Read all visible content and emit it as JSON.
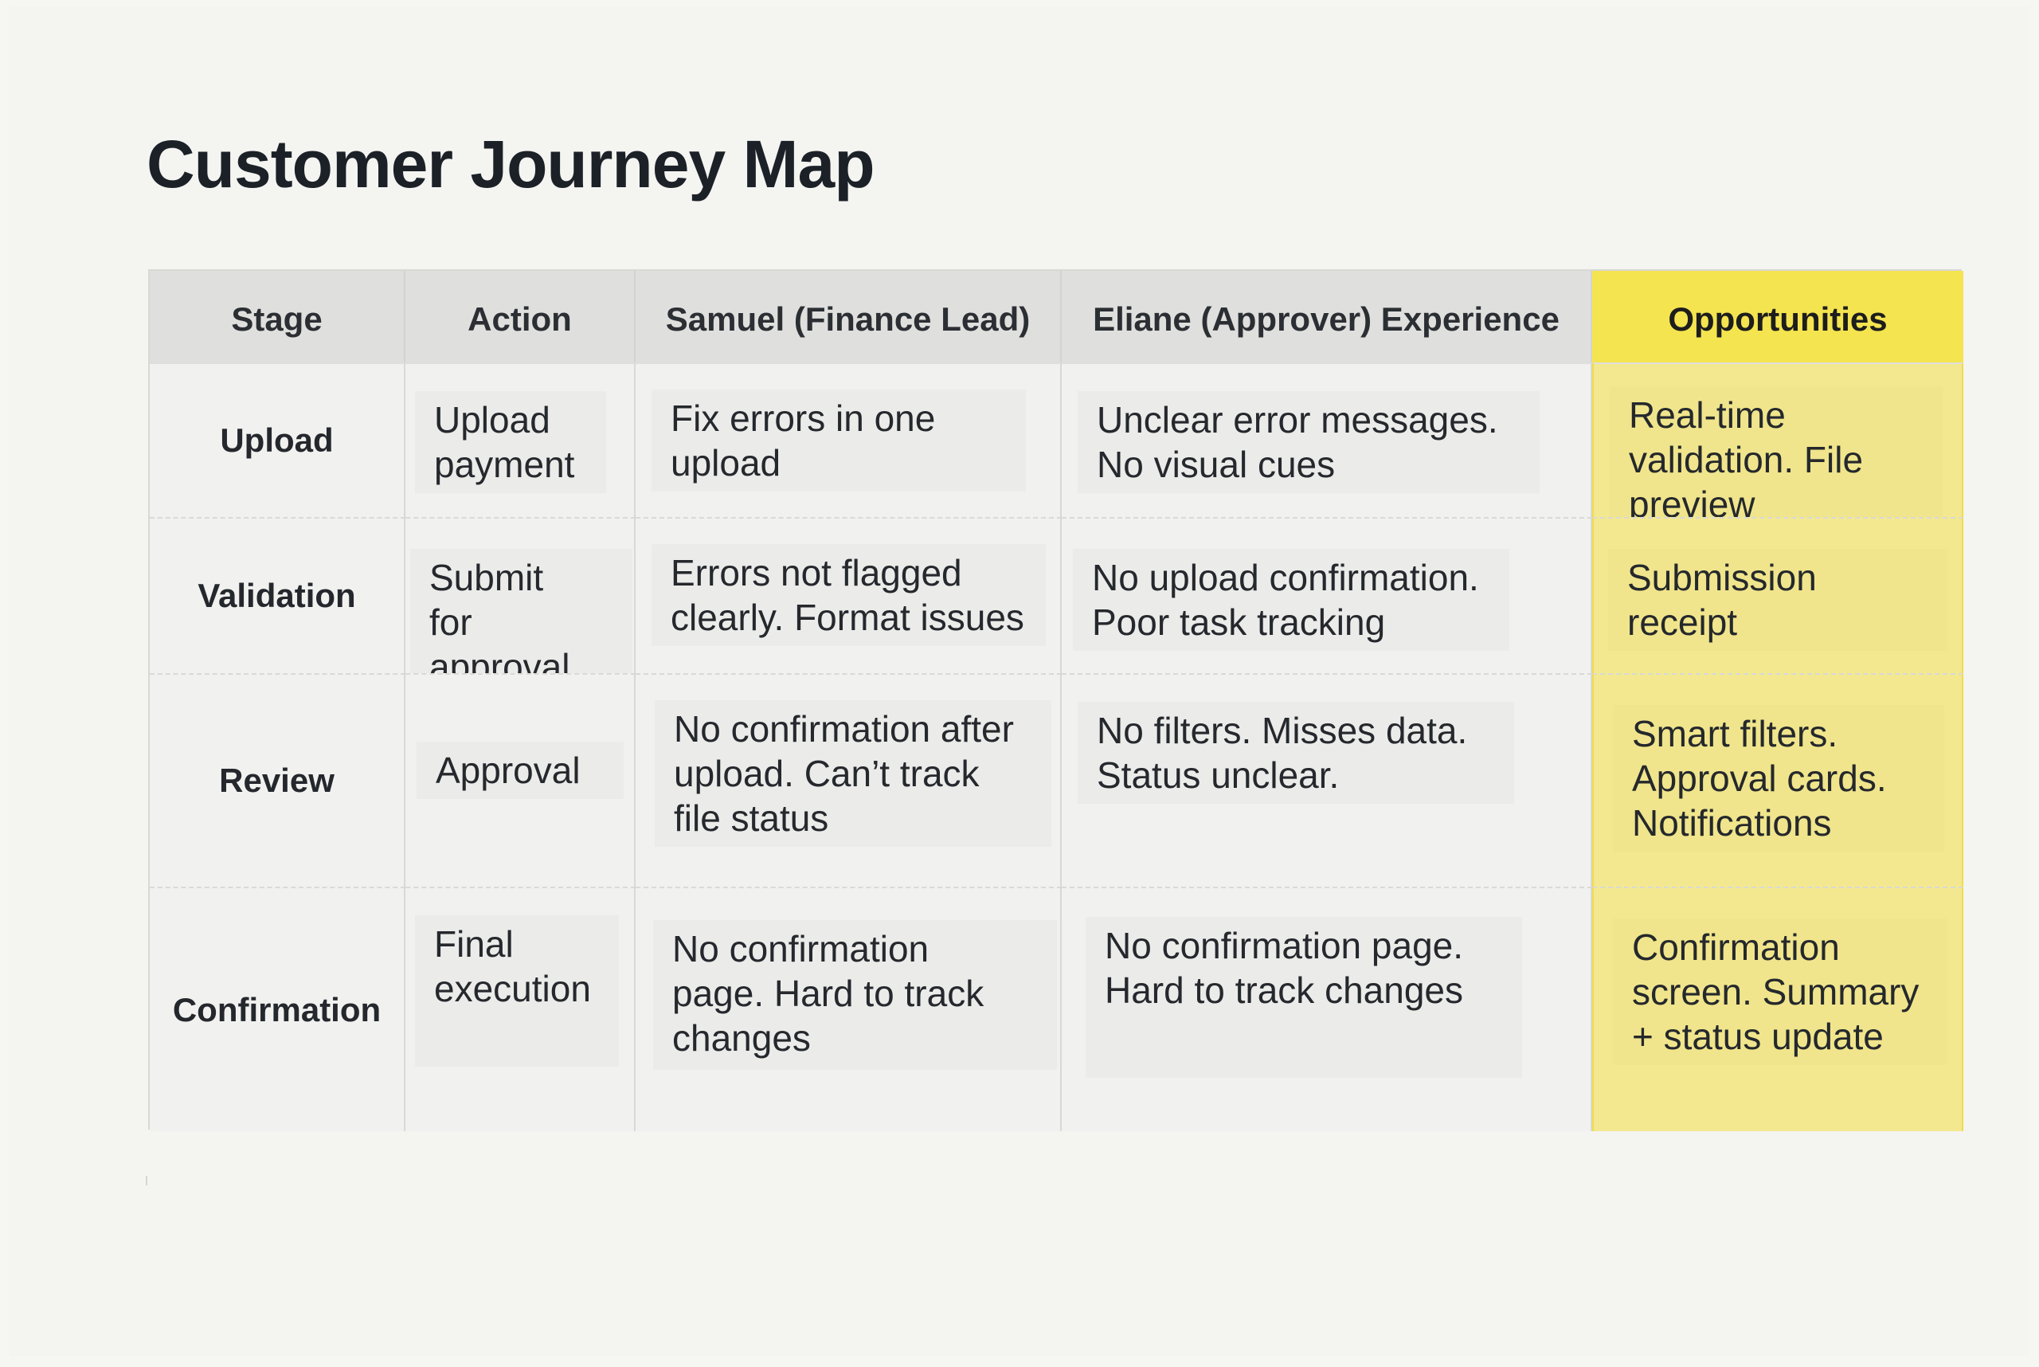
{
  "page": {
    "title": "Customer Journey Map"
  },
  "table": {
    "headers": [
      "Stage",
      "Action",
      "Samuel (Finance Lead)",
      "Eliane (Approver) Experience",
      "Opportunities"
    ],
    "rows": [
      {
        "stage": "Upload",
        "action": "Upload\npayment",
        "samuel": "Fix errors in one\nupload",
        "eliane": "Unclear error messages.\nNo visual cues",
        "opportunities": "Real-time\nvalidation. File\npreview"
      },
      {
        "stage": "Validation",
        "action": "Submit\nfor approval",
        "samuel": "Errors not flagged\nclearly. Format issues",
        "eliane": "No upload confirmation.\nPoor task tracking",
        "opportunities": "Submission\nreceipt"
      },
      {
        "stage": "Review",
        "action": "Approval",
        "samuel": "No confirmation after\nupload. Can’t track\nfile status",
        "eliane": "No filters. Misses data.\nStatus unclear.",
        "opportunities": "Smart filters.\nApproval cards.\nNotifications"
      },
      {
        "stage": "Confirmation",
        "action": "Final\nexecution",
        "samuel": "No confirmation\npage. Hard to track\nchanges",
        "eliane": "No confirmation page.\nHard to track changes",
        "opportunities": "Confirmation\nscreen. Summary\n+ status update"
      }
    ]
  },
  "colors": {
    "background": "#f4f4f1",
    "header": "#dfdfdd",
    "highlight": "#f4e44f",
    "highlight_body": "#f3e88f"
  }
}
